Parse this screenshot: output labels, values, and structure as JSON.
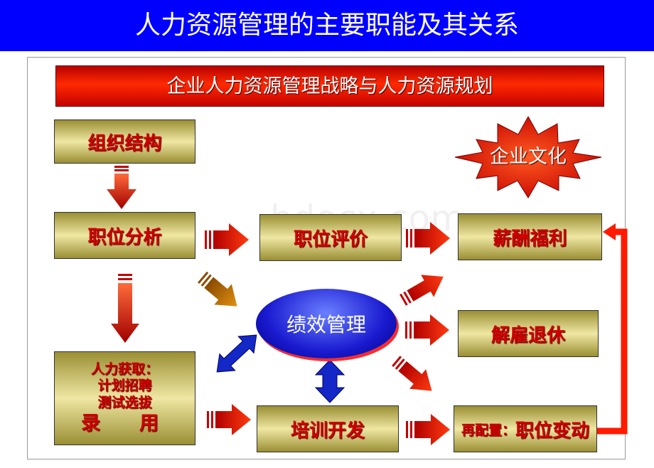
{
  "header": {
    "title": "人力资源管理的主要职能及其关系"
  },
  "strategy_bar": {
    "label": "企业人力资源管理战略与人力资源规划"
  },
  "nodes": {
    "org_structure": "组织结构",
    "job_analysis": "职位分析",
    "job_evaluation": "职位评价",
    "compensation": "薪酬福利",
    "performance": "绩效管理",
    "dismissal": "解雇退休",
    "acquisition": {
      "line1": "人力获取：",
      "line2": "计划招聘",
      "line3": "测试选拔",
      "line4": "录　用"
    },
    "training": "培训开发",
    "reallocation": {
      "prefix": "再配置：",
      "main": "职位变动"
    },
    "culture": "企业文化"
  },
  "watermark": "bdocx.com",
  "colors": {
    "header_bg": "#0000ff",
    "strategy_bar": "#e81e00",
    "box_text": "#d10000",
    "arrow_red": "#e01a00",
    "arrow_brown": "#c07a00",
    "arrow_blue": "#1428c8"
  }
}
